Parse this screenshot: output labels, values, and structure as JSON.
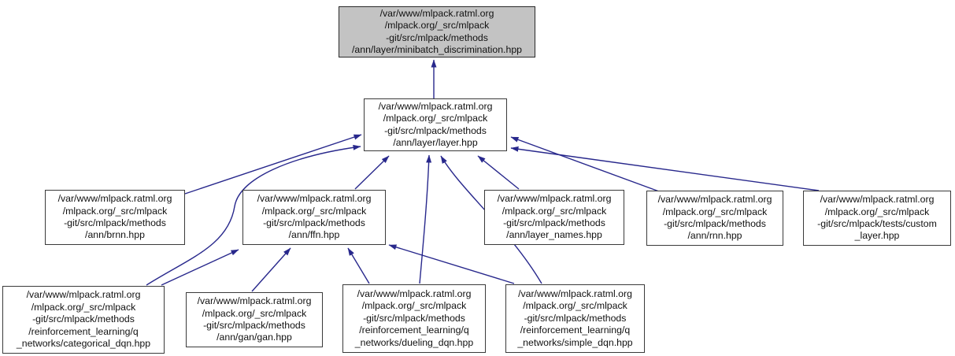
{
  "diagram": {
    "type": "include-dependency-graph",
    "description": "Doxygen graph: files including ann/layer/minibatch_discrimination.hpp",
    "colors": {
      "edge": "#28288c",
      "node_border": "#3a3a3a",
      "node_fill": "#ffffff",
      "root_fill": "#c3c3c3",
      "text": "#111111",
      "background": "#ffffff"
    },
    "nodes": {
      "minibatch": {
        "id": "minibatch_discrimination.hpp",
        "lines": [
          "/var/www/mlpack.ratml.org",
          "/mlpack.org/_src/mlpack",
          "-git/src/mlpack/methods",
          "/ann/layer/minibatch_discrimination.hpp"
        ]
      },
      "layer": {
        "id": "layer.hpp",
        "lines": [
          "/var/www/mlpack.ratml.org",
          "/mlpack.org/_src/mlpack",
          "-git/src/mlpack/methods",
          "/ann/layer/layer.hpp"
        ]
      },
      "brnn": {
        "id": "brnn.hpp",
        "lines": [
          "/var/www/mlpack.ratml.org",
          "/mlpack.org/_src/mlpack",
          "-git/src/mlpack/methods",
          "/ann/brnn.hpp"
        ]
      },
      "ffn": {
        "id": "ffn.hpp",
        "lines": [
          "/var/www/mlpack.ratml.org",
          "/mlpack.org/_src/mlpack",
          "-git/src/mlpack/methods",
          "/ann/ffn.hpp"
        ]
      },
      "layer_names": {
        "id": "layer_names.hpp",
        "lines": [
          "/var/www/mlpack.ratml.org",
          "/mlpack.org/_src/mlpack",
          "-git/src/mlpack/methods",
          "/ann/layer_names.hpp"
        ]
      },
      "rnn": {
        "id": "rnn.hpp",
        "lines": [
          "/var/www/mlpack.ratml.org",
          "/mlpack.org/_src/mlpack",
          "-git/src/mlpack/methods",
          "/ann/rnn.hpp"
        ]
      },
      "custom_layer": {
        "id": "custom_layer.hpp",
        "lines": [
          "/var/www/mlpack.ratml.org",
          "/mlpack.org/_src/mlpack",
          "-git/src/mlpack/tests/custom",
          "_layer.hpp"
        ]
      },
      "categorical_dqn": {
        "id": "categorical_dqn.hpp",
        "lines": [
          "/var/www/mlpack.ratml.org",
          "/mlpack.org/_src/mlpack",
          "-git/src/mlpack/methods",
          "/reinforcement_learning/q",
          "_networks/categorical_dqn.hpp"
        ]
      },
      "gan": {
        "id": "gan.hpp",
        "lines": [
          "/var/www/mlpack.ratml.org",
          "/mlpack.org/_src/mlpack",
          "-git/src/mlpack/methods",
          "/ann/gan/gan.hpp"
        ]
      },
      "dueling_dqn": {
        "id": "dueling_dqn.hpp",
        "lines": [
          "/var/www/mlpack.ratml.org",
          "/mlpack.org/_src/mlpack",
          "-git/src/mlpack/methods",
          "/reinforcement_learning/q",
          "_networks/dueling_dqn.hpp"
        ]
      },
      "simple_dqn": {
        "id": "simple_dqn.hpp",
        "lines": [
          "/var/www/mlpack.ratml.org",
          "/mlpack.org/_src/mlpack",
          "-git/src/mlpack/methods",
          "/reinforcement_learning/q",
          "_networks/simple_dqn.hpp"
        ]
      }
    },
    "edges": [
      {
        "from": "layer.hpp",
        "to": "minibatch_discrimination.hpp"
      },
      {
        "from": "brnn.hpp",
        "to": "layer.hpp"
      },
      {
        "from": "categorical_dqn.hpp",
        "to": "layer.hpp"
      },
      {
        "from": "categorical_dqn.hpp",
        "to": "ffn.hpp"
      },
      {
        "from": "gan.hpp",
        "to": "ffn.hpp"
      },
      {
        "from": "dueling_dqn.hpp",
        "to": "ffn.hpp"
      },
      {
        "from": "dueling_dqn.hpp",
        "to": "layer.hpp"
      },
      {
        "from": "simple_dqn.hpp",
        "to": "ffn.hpp"
      },
      {
        "from": "simple_dqn.hpp",
        "to": "layer.hpp"
      },
      {
        "from": "ffn.hpp",
        "to": "layer.hpp"
      },
      {
        "from": "layer_names.hpp",
        "to": "layer.hpp"
      },
      {
        "from": "rnn.hpp",
        "to": "layer.hpp"
      },
      {
        "from": "custom_layer.hpp",
        "to": "layer.hpp"
      }
    ]
  }
}
